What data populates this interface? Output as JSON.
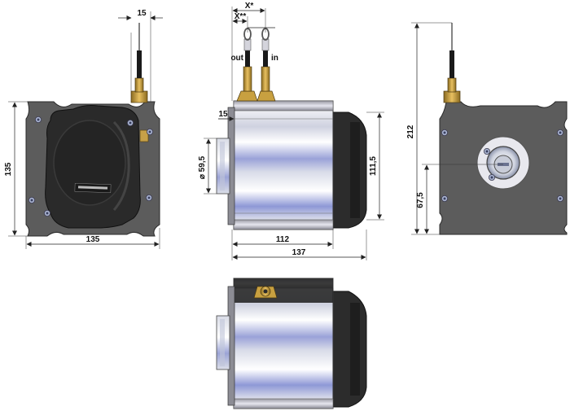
{
  "dimensions": {
    "cable_exit_offset": "15",
    "x_star": "X*",
    "x_double_star": "X**",
    "out_label": "out",
    "in_label": "in",
    "front_height": "135",
    "front_width": "135",
    "flange_offset": "15",
    "shaft_diameter": "⌀ 59,5",
    "body_height": "111,5",
    "body_length": "112",
    "overall_length": "137",
    "overall_height": "212",
    "axis_height": "67,5"
  },
  "colors": {
    "plate": "#5a5a5a",
    "plate_dark": "#3a3a3a",
    "cover": "#262626",
    "brass": "#c8a040",
    "aluminium_light": "#e8eaf2",
    "aluminium_blue": "#8a96d8",
    "screw": "#b8c0d8"
  }
}
